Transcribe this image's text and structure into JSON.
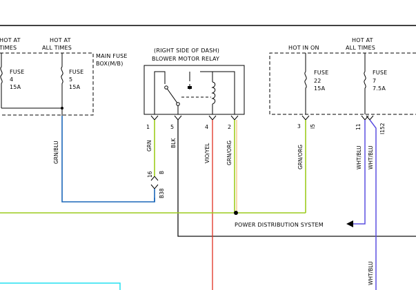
{
  "labels": {
    "hot_at_left": "HOT AT",
    "all_times_left": "TIMES",
    "hot_at_mid": "HOT AT",
    "all_times_mid": "ALL TIMES",
    "main_fuse_box_1": "MAIN FUSE",
    "main_fuse_box_2": "BOX(M/B)",
    "right_side_dash": "(RIGHT SIDE OF DASH)",
    "relay_title": "BLOWER MOTOR RELAY",
    "hot_in_on": "HOT IN ON",
    "hot_at_right": "HOT AT",
    "all_times_right": "ALL TIMES",
    "power_dist": "POWER DISTRIBUTION SYSTEM"
  },
  "fuses": [
    {
      "label": "FUSE",
      "number": "4",
      "rating": "15A"
    },
    {
      "label": "FUSE",
      "number": "5",
      "rating": "15A"
    },
    {
      "label": "FUSE",
      "number": "22",
      "rating": "15A"
    },
    {
      "label": "FUSE",
      "number": "7",
      "rating": "7.5A"
    }
  ],
  "relay_pins": [
    "1",
    "5",
    "4",
    "2"
  ],
  "wires": {
    "grn_blu": "GRN/BLU",
    "grn": "GRN",
    "blk": "BLK",
    "vio_yel": "VIO/YEL",
    "grn_org": "GRN/ORG",
    "grn_org_right": "GRN/ORG",
    "wht_blu_a": "WHT/BLU",
    "wht_blu_b": "WHT/BLU",
    "wht_blu_c": "WHT/BLU"
  },
  "connectors": {
    "b38": "B38",
    "b38_pin_a": "16",
    "b38_pin_b": "B",
    "i5_pin": "3",
    "i5": "I5",
    "i152_pin": "11",
    "i152": "I152"
  },
  "colors": {
    "green_wire": "#9ccc1c",
    "blue_wire": "#1a66b8",
    "red_wire": "#e03020",
    "violet_wire": "#5a4ee0",
    "cyan_wire": "#22e0f0",
    "black_wire": "#111111"
  }
}
